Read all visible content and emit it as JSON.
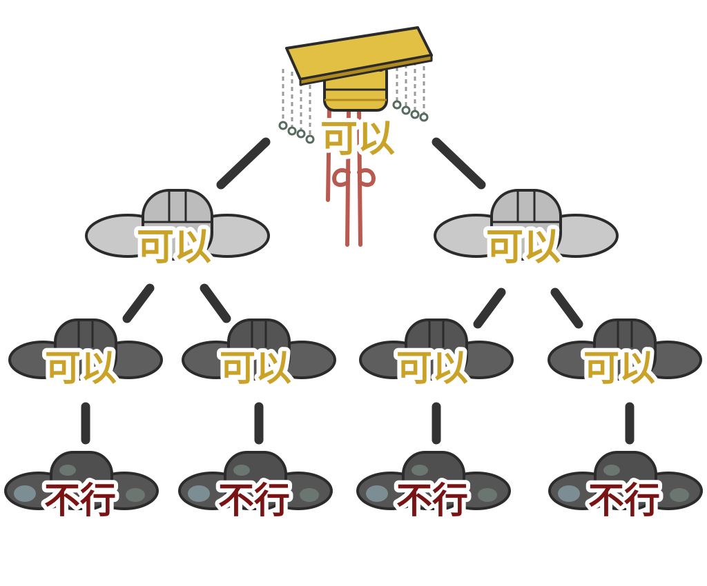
{
  "colors": {
    "allowed": "#c9a227",
    "denied": "#7a1414",
    "connector": "#333333",
    "crown_gold": "#e2c043",
    "crown_gold_dark": "#b08a1e",
    "hat_light": "#c9c9c9",
    "hat_mid": "#5e5e5e",
    "hat_worn": "#555555",
    "outline": "#2b2b2b",
    "cord": "#b85a50"
  },
  "tree": {
    "root": {
      "label": "可以",
      "hat": "crown-icon"
    },
    "level1": [
      {
        "label": "可以",
        "hat": "official-hat-light-icon"
      },
      {
        "label": "可以",
        "hat": "official-hat-light-icon"
      }
    ],
    "level2": [
      {
        "label": "可以",
        "hat": "official-hat-dark-icon"
      },
      {
        "label": "可以",
        "hat": "official-hat-dark-icon"
      },
      {
        "label": "可以",
        "hat": "official-hat-dark-icon"
      },
      {
        "label": "可以",
        "hat": "official-hat-dark-icon"
      }
    ],
    "level3": [
      {
        "label": "不行",
        "hat": "official-hat-worn-icon"
      },
      {
        "label": "不行",
        "hat": "official-hat-worn-icon"
      },
      {
        "label": "不行",
        "hat": "official-hat-worn-icon"
      },
      {
        "label": "不行",
        "hat": "official-hat-worn-icon"
      }
    ]
  }
}
